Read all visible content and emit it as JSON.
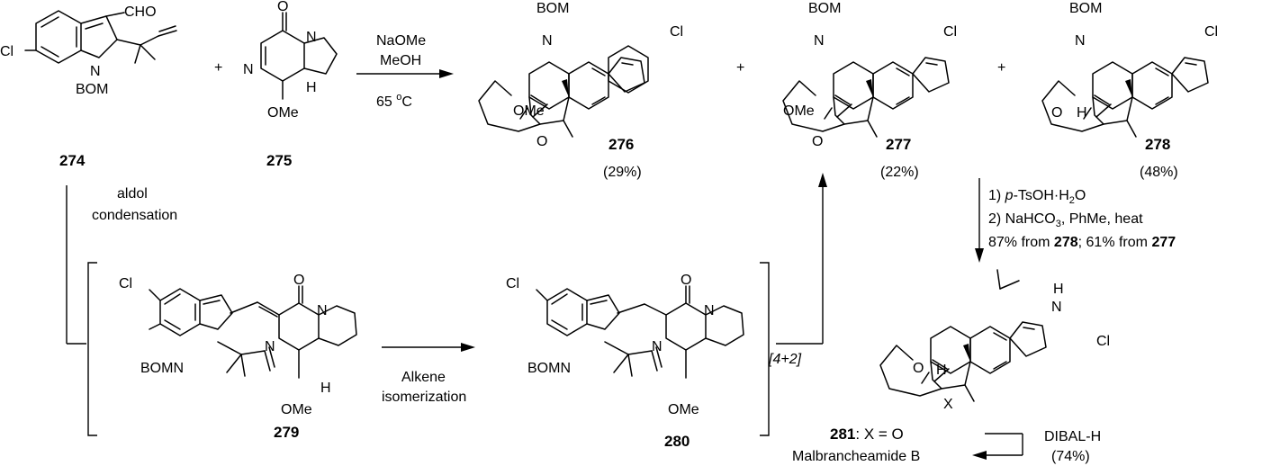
{
  "compounds": {
    "c274": {
      "id": "274",
      "cl": "Cl",
      "cho": "CHO",
      "n": "N",
      "bom": "BOM"
    },
    "c275": {
      "id": "275",
      "o": "O",
      "n1": "N",
      "n2": "N",
      "ome": "OMe",
      "h": "H"
    },
    "c276": {
      "id": "276",
      "yield": "(29%)",
      "bom": "BOM",
      "n": "N",
      "cl": "Cl",
      "ome": "OMe",
      "o": "O"
    },
    "c277": {
      "id": "277",
      "yield": "(22%)",
      "bom": "BOM",
      "n": "N",
      "cl": "Cl",
      "ome": "OMe",
      "o": "O"
    },
    "c278": {
      "id": "278",
      "yield": "(48%)",
      "bom": "BOM",
      "n": "N",
      "cl": "Cl",
      "o": "O",
      "h": "H"
    },
    "c279": {
      "id": "279",
      "cl": "Cl",
      "bomn": "BOMN",
      "o": "O",
      "n1": "N",
      "n2": "N",
      "ome": "OMe",
      "h": "H"
    },
    "c280": {
      "id": "280",
      "cl": "Cl",
      "bomn": "BOMN",
      "o": "O",
      "n1": "N",
      "n2": "N",
      "ome": "OMe"
    },
    "c281": {
      "id": "281",
      "desc": ":  X = O",
      "name": "Malbrancheamide B",
      "h": "H",
      "n": "N",
      "cl": "Cl",
      "o": "O",
      "x": "X"
    }
  },
  "reactions": {
    "top": {
      "reagent1": "NaOMe",
      "reagent2": "MeOH",
      "temp_val": "65 ",
      "temp_sup": "o",
      "temp_unit": "C"
    },
    "plus": "+",
    "aldol": {
      "line1": "aldol",
      "line2": "condensation"
    },
    "isomerization": {
      "line1": "Alkene",
      "line2": "isomerization"
    },
    "cyclo": "[4+2]",
    "right": {
      "step1_a": "1) ",
      "step1_p": "p",
      "step1_b": "-TsOH·H",
      "step1_sub": "2",
      "step1_c": "O",
      "step2_a": "2) NaHCO",
      "step2_sub": "3",
      "step2_b": ", PhMe, heat",
      "step3_a": "87% from ",
      "step3_b": "278",
      "step3_c": "; 61% from ",
      "step3_d": "277"
    },
    "dibal": {
      "reagent": "DIBAL-H",
      "yield": "(74%)"
    }
  }
}
